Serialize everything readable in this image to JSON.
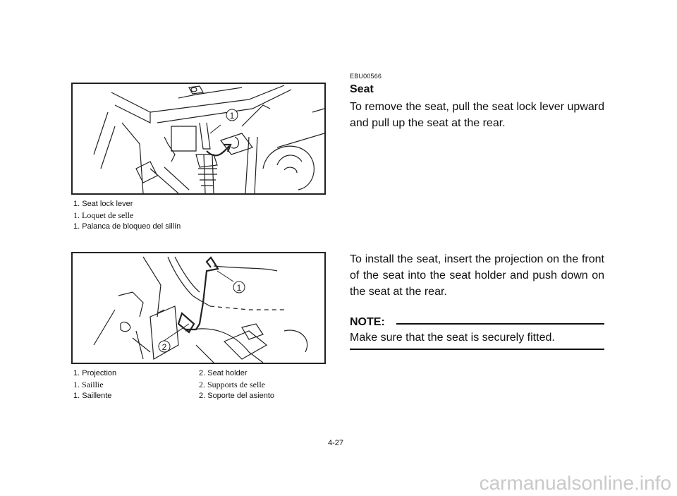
{
  "figure1": {
    "callout_1": "1",
    "captions": {
      "en": "1.  Seat lock lever",
      "fr": "1.  Loquet de selle",
      "es": "1.  Palanca de bloqueo del sillín"
    }
  },
  "figure2": {
    "callout_1": "1",
    "callout_2": "2",
    "captions": {
      "en": [
        "1.  Projection",
        "2.  Seat holder"
      ],
      "fr": [
        "1.  Saillie",
        "2.  Supports de selle"
      ],
      "es": [
        "1.  Saillente",
        "2.  Soporte del asiento"
      ]
    }
  },
  "section": {
    "code": "EBU00566",
    "heading": "Seat",
    "remove_text": "To remove the seat, pull the seat lock lever upward and pull up the seat at the rear.",
    "install_text": "To install the seat, insert the projection on the front of the seat into the seat holder and push down on the seat at the rear."
  },
  "note": {
    "label": "NOTE:",
    "text": "Make sure that the seat is securely fitted."
  },
  "page_number": "4-27",
  "watermark": "carmanualsonline.info"
}
